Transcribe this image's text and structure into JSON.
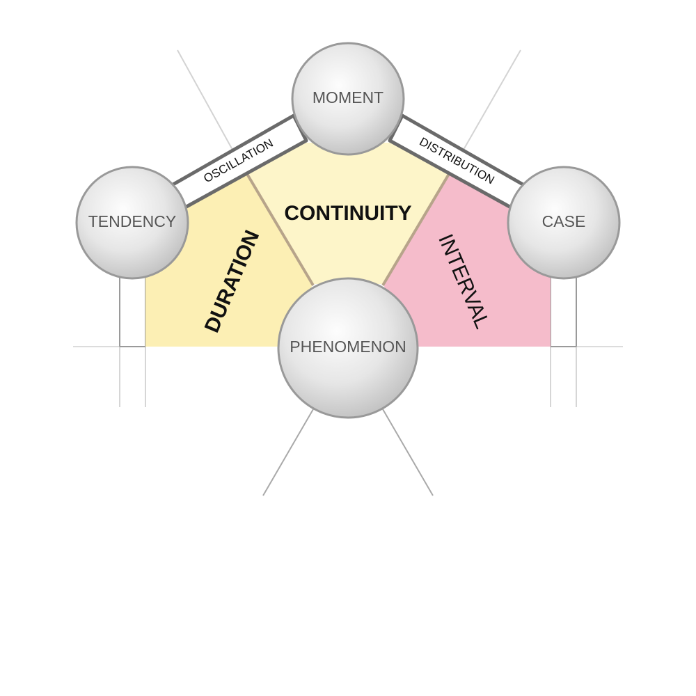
{
  "diagram": {
    "nodes": {
      "moment": "MOMENT",
      "tendency": "TENDENCY",
      "case": "CASE",
      "phenomenon": "PHENOMENON"
    },
    "regions": {
      "continuity": "CONTINUITY",
      "duration": "DURATION",
      "interval": "INTERVAL"
    },
    "edges": {
      "oscillation": "OSCILLATION",
      "distribution": "DISTRIBUTION"
    },
    "colors": {
      "continuity_fill": "#fdf5c9",
      "duration_fill": "#fcefb4",
      "interval_fill": "#f5bccb",
      "node_fill_light": "#fdfdfd",
      "node_fill_dark": "#bdbdbd",
      "node_stroke": "#999999",
      "edge_stroke": "#6a6a6a",
      "divider": "#b7a48a",
      "guide_line": "#bfbfbf"
    }
  }
}
